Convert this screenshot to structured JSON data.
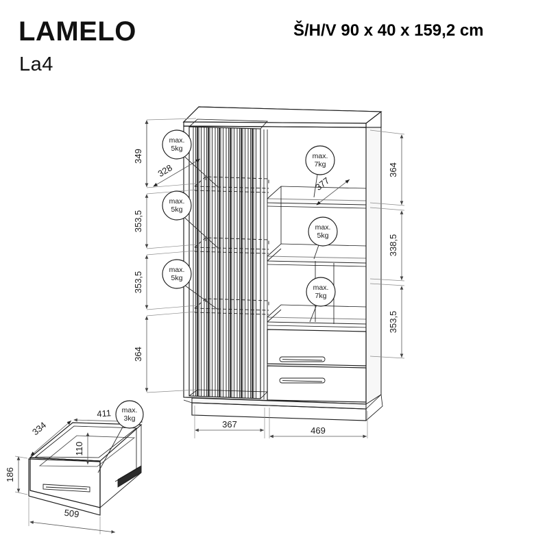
{
  "header": {
    "brand": "LAMELO",
    "model": "La4",
    "dimensions_label": "Š/H/V 90 x 40 x 159,2 cm"
  },
  "product": {
    "type": "display-cabinet",
    "width_cm": 90,
    "depth_cm": 40,
    "height_cm": 159.2
  },
  "main_view": {
    "left_dimension_chain": [
      "349",
      "353,5",
      "353,5",
      "364"
    ],
    "right_dimension_chain": [
      "364",
      "338,5",
      "353,5"
    ],
    "bottom_dimension_chain": [
      "367",
      "469"
    ],
    "diagonal_dimensions": [
      "328",
      "377"
    ],
    "load_labels": [
      {
        "id": "left-shelf-1",
        "line1": "max.",
        "line2": "5kg"
      },
      {
        "id": "left-shelf-2",
        "line1": "max.",
        "line2": "5kg"
      },
      {
        "id": "left-shelf-3",
        "line1": "max.",
        "line2": "5kg"
      },
      {
        "id": "right-shelf-top",
        "line1": "max.",
        "line2": "7kg"
      },
      {
        "id": "right-shelf-mid",
        "line1": "max.",
        "line2": "5kg"
      },
      {
        "id": "right-shelf-low",
        "line1": "max.",
        "line2": "7kg"
      }
    ]
  },
  "drawer_detail": {
    "dimensions": {
      "inner_depth_side": "334",
      "inner_width": "411",
      "inner_height": "110",
      "front_height": "186",
      "front_width": "509"
    },
    "load_label": {
      "line1": "max.",
      "line2": "3kg"
    }
  }
}
